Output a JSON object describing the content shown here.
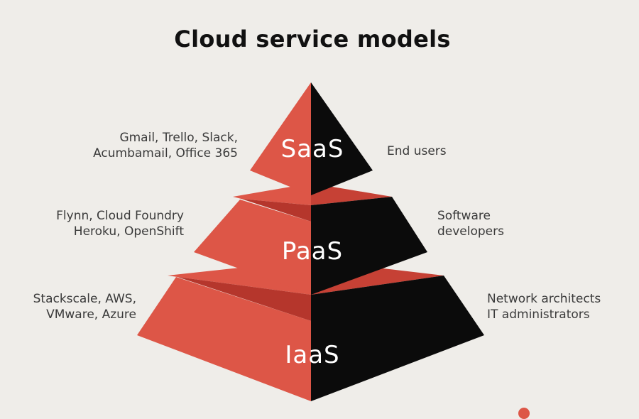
{
  "title": "Cloud service models",
  "colors": {
    "background": "#efede9",
    "accent_red": "#dd5647",
    "shadow_red": "#b5362c",
    "dark_side": "#0b0b0b"
  },
  "tiers": [
    {
      "name": "SaaS",
      "examples": [
        "Gmail, Trello, Slack,",
        "Acumbamail, Office 365"
      ],
      "audience": [
        "End users"
      ]
    },
    {
      "name": "PaaS",
      "examples": [
        "Flynn, Cloud Foundry",
        "Heroku, OpenShift"
      ],
      "audience": [
        "Software",
        "developers"
      ]
    },
    {
      "name": "IaaS",
      "examples": [
        "Stackscale, AWS,",
        "VMware, Azure"
      ],
      "audience": [
        "Network architects",
        "IT administrators"
      ]
    }
  ]
}
